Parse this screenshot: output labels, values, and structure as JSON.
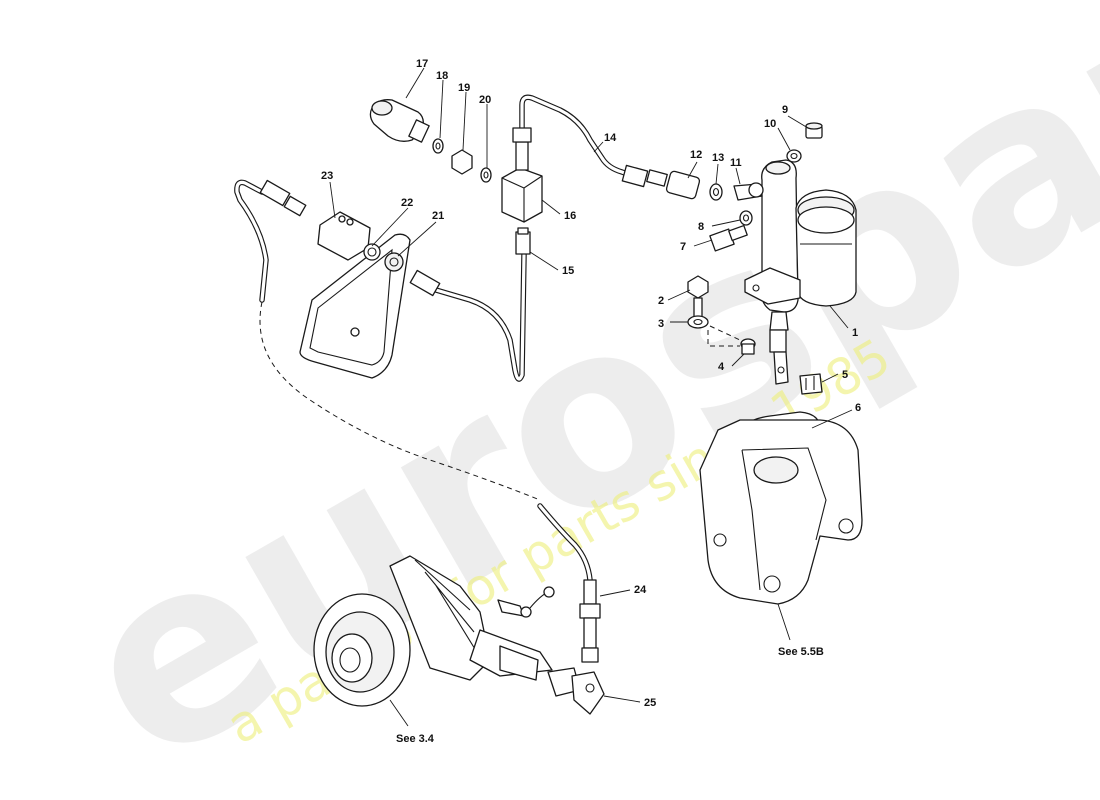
{
  "watermark": {
    "brand": "eurospares",
    "tagline": "a passion for parts since 1985"
  },
  "callouts": {
    "c1": "1",
    "c2": "2",
    "c3": "3",
    "c4": "4",
    "c5": "5",
    "c6": "6",
    "c7": "7",
    "c8": "8",
    "c9": "9",
    "c10": "10",
    "c11": "11",
    "c12": "12",
    "c13": "13",
    "c14": "14",
    "c15": "15",
    "c16": "16",
    "c17": "17",
    "c18": "18",
    "c19": "19",
    "c20": "20",
    "c21": "21",
    "c22": "22",
    "c23": "23",
    "c24": "24",
    "c25": "25"
  },
  "references": {
    "see_5_5b": "See 5.5B",
    "see_3_4": "See 3.4"
  }
}
